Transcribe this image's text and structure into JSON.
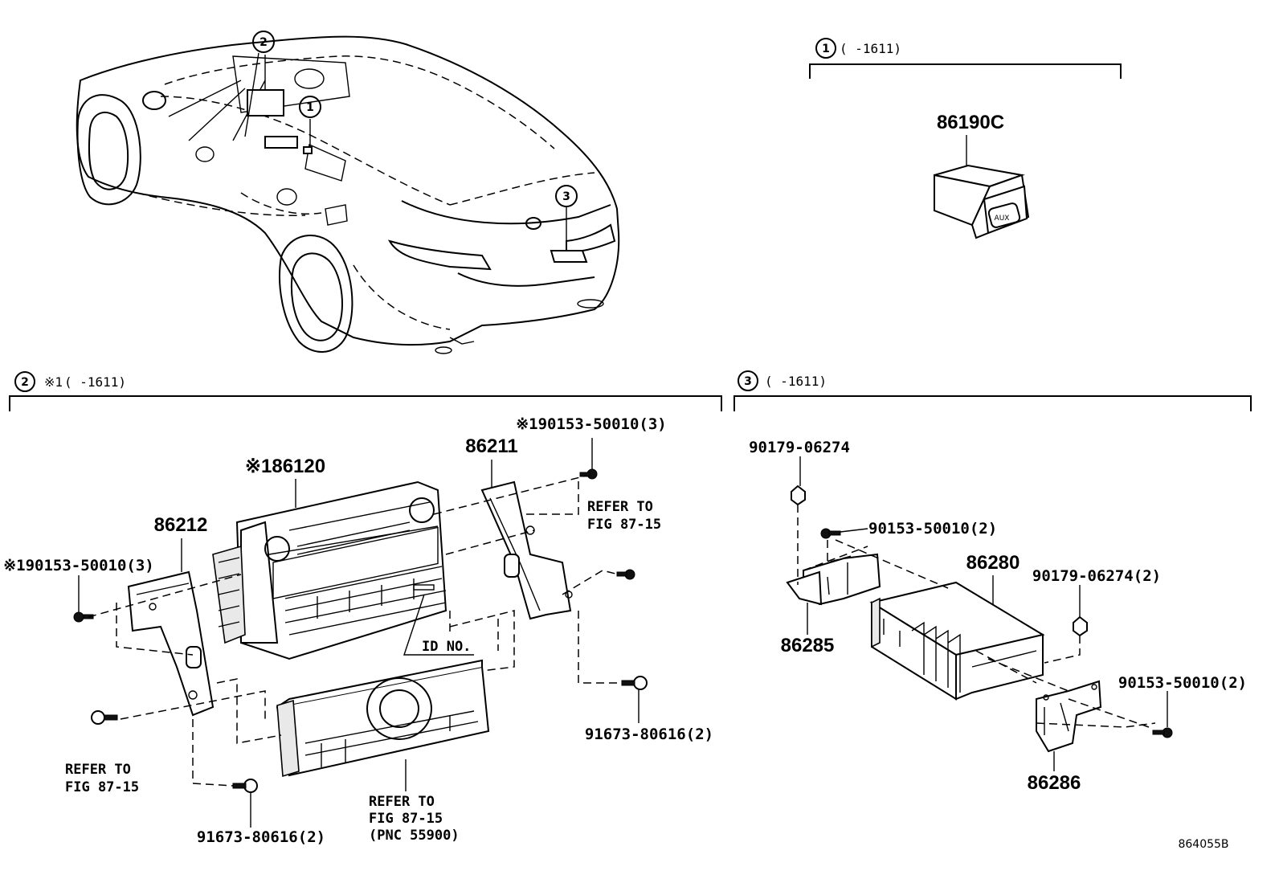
{
  "diagram_id": "864055B",
  "callouts": {
    "car": [
      "1",
      "2",
      "3"
    ],
    "group1": {
      "num": "1",
      "range": "(  -1611)"
    },
    "group2": {
      "num": "2",
      "mark": "※1",
      "range": "(  -1611)"
    },
    "group3": {
      "num": "3",
      "range": "(  -1611)"
    }
  },
  "group1": {
    "part": "86190C",
    "switch_label": "AUX"
  },
  "group2": {
    "radio": "※186120",
    "bracket_right": "86211",
    "bracket_left": "86212",
    "screw_top_right": "※190153-50010(3)",
    "screw_left": "※190153-50010(3)",
    "bolt_right": "91673-80616(2)",
    "bolt_bottom": "91673-80616(2)",
    "refer_right": [
      "REFER TO",
      "FIG 87-15"
    ],
    "refer_left": [
      "REFER TO",
      "FIG 87-15"
    ],
    "refer_bottom": [
      "REFER TO",
      "FIG 87-15",
      "(PNC 55900)"
    ],
    "id_label": "ID NO."
  },
  "group3": {
    "nut_top": "90179-06274",
    "screw_top": "90153-50010(2)",
    "amp": "86280",
    "nut_right": "90179-06274(2)",
    "screw_right": "90153-50010(2)",
    "bracket_left": "86285",
    "bracket_right": "86286"
  }
}
